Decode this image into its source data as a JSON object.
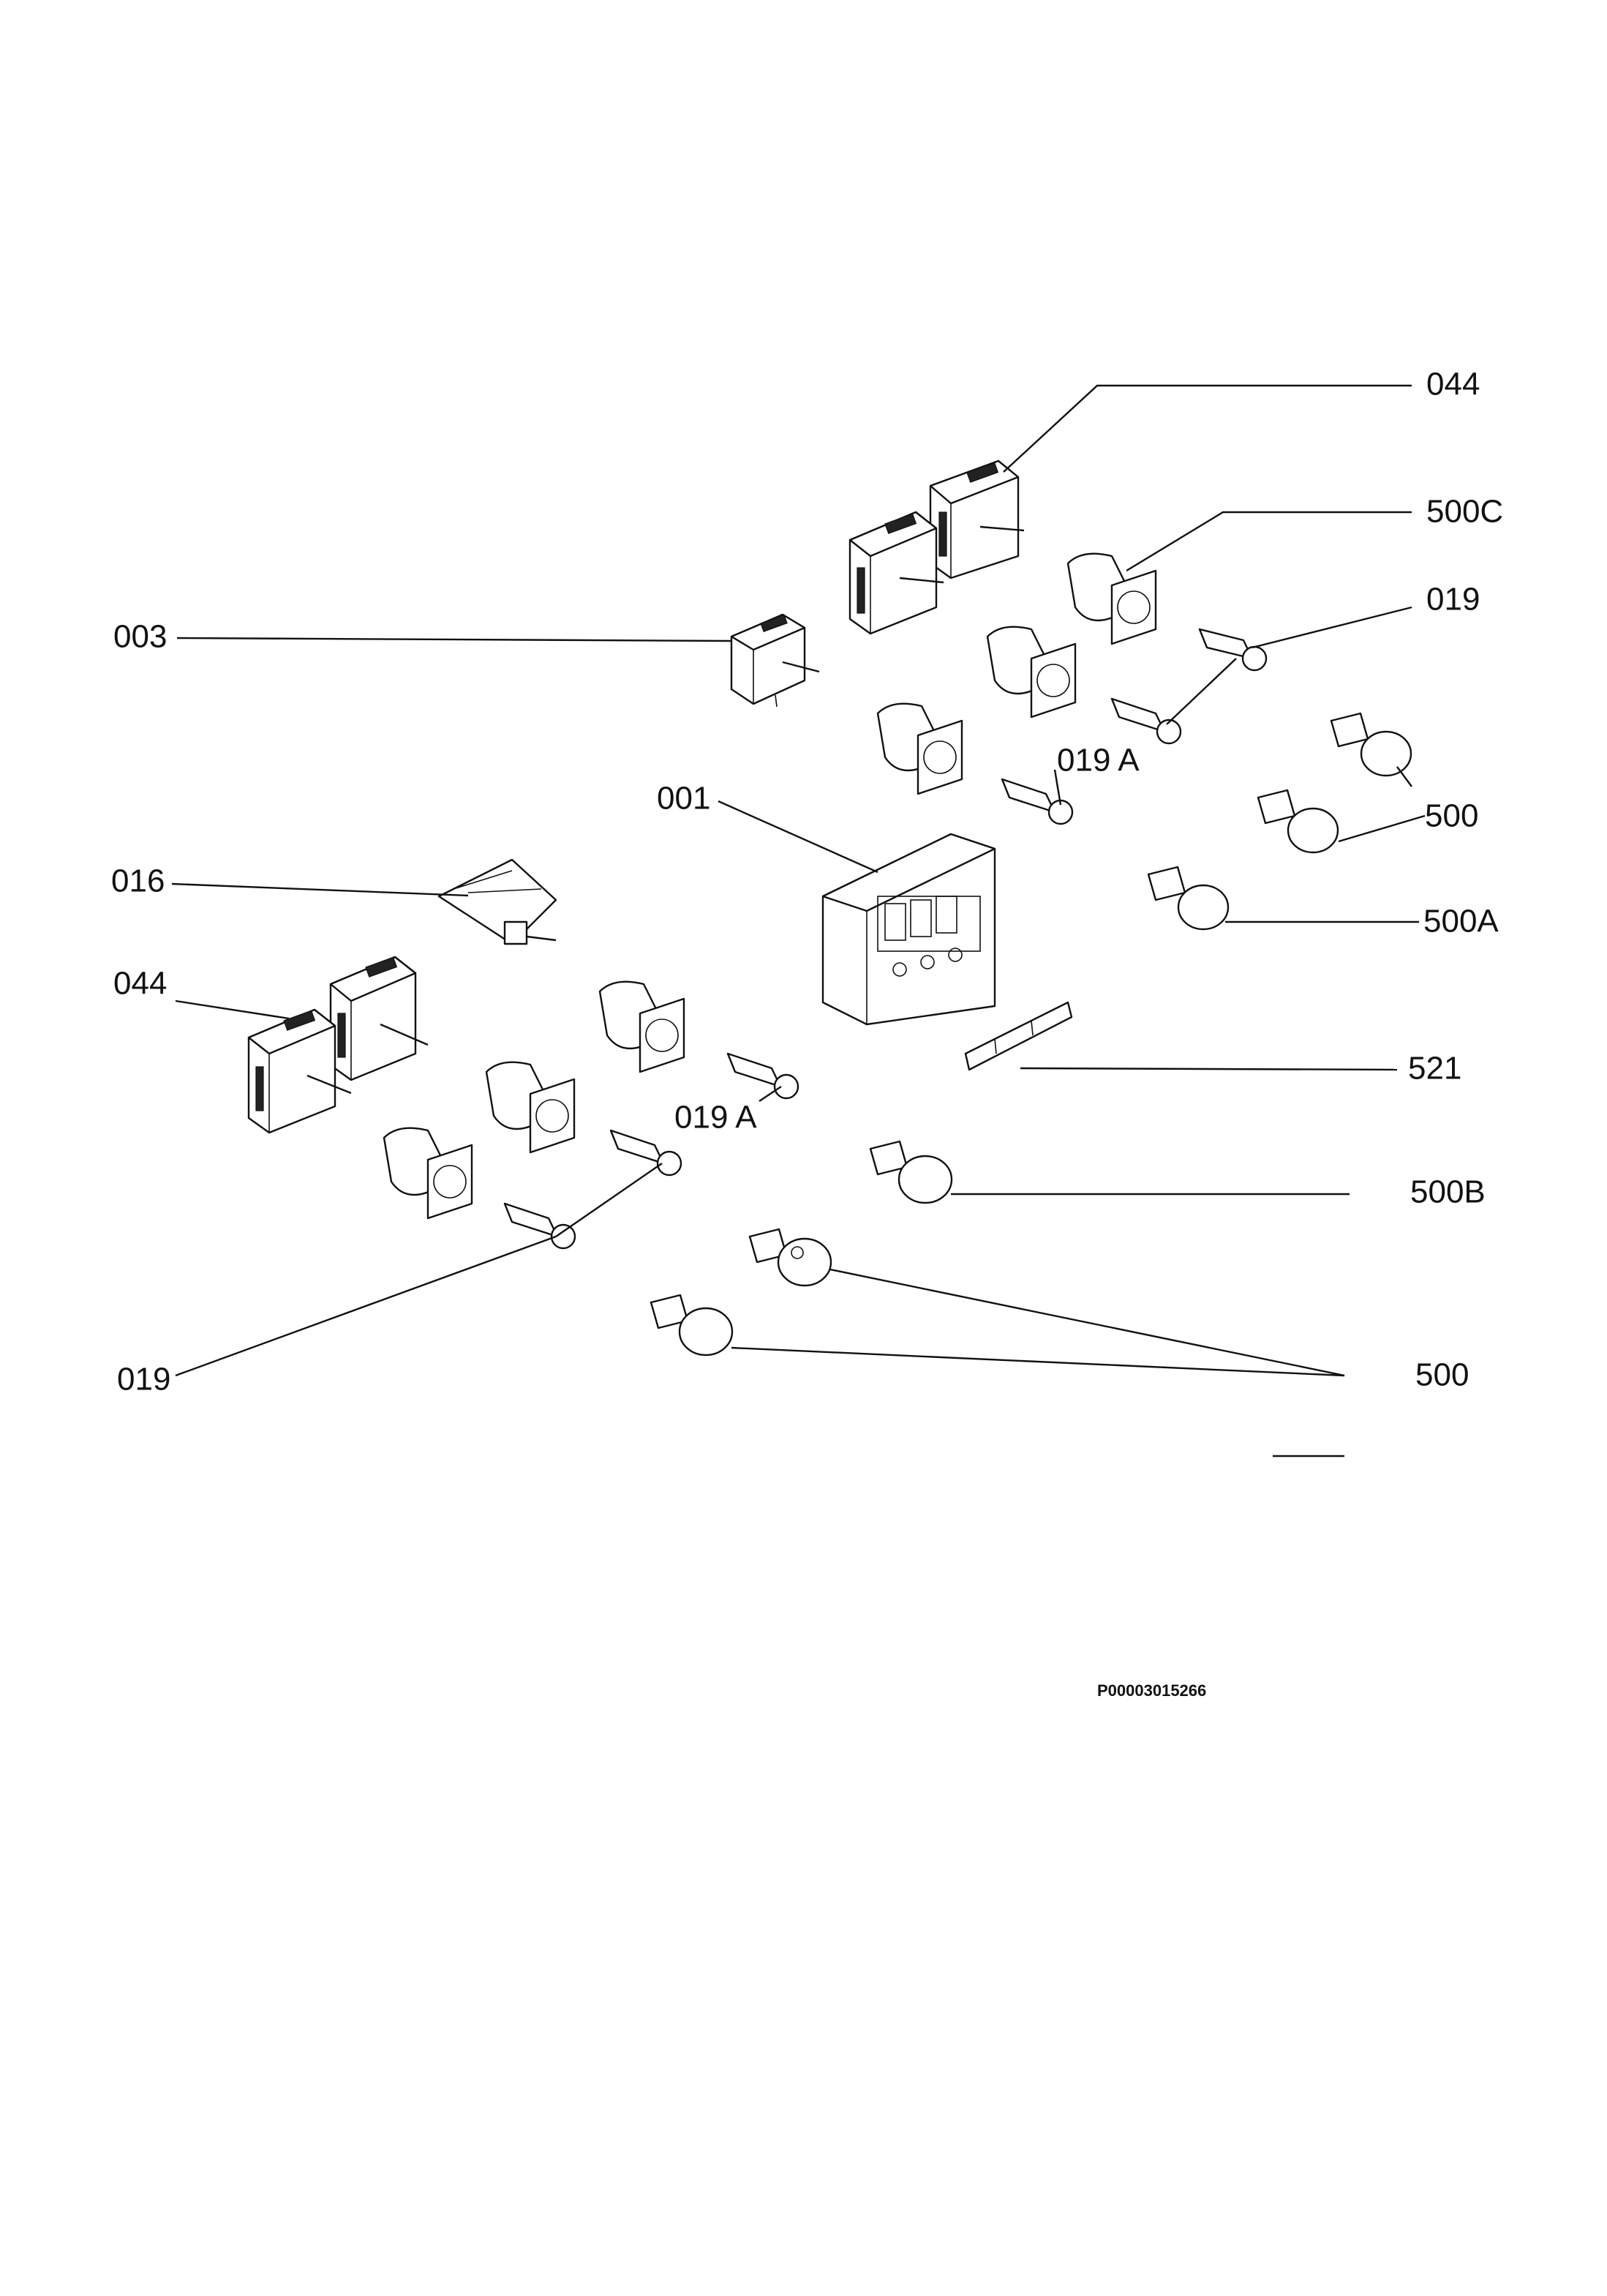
{
  "labels": {
    "l044_top": "044",
    "l500C": "500C",
    "l019_top": "019",
    "l003": "003",
    "l019A_top": "019 A",
    "l001": "001",
    "l500_top": "500",
    "l016": "016",
    "l500A": "500A",
    "l044_left": "044",
    "l521": "521",
    "l019A_bottom": "019 A",
    "l500B": "500B",
    "l019_bottom": "019",
    "l500_bottom": "500"
  },
  "reference_code": "P00003015266"
}
